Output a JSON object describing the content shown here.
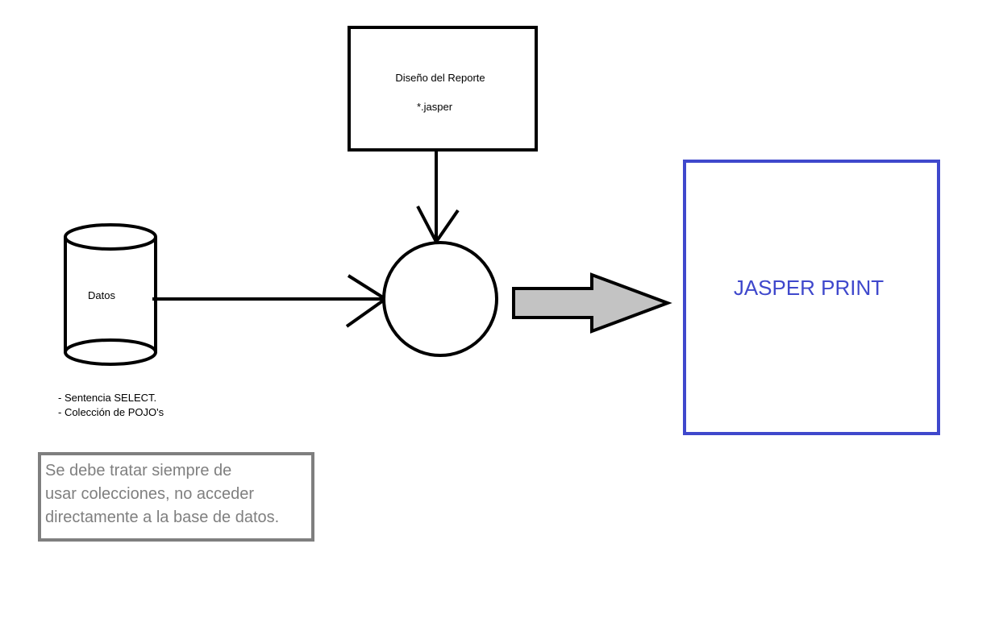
{
  "design_box": {
    "title": "Diseño del Reporte",
    "extension": "*.jasper"
  },
  "datasource": {
    "label": "Datos",
    "bullets": [
      "- Sentencia SELECT.",
      "- Colección de POJO's"
    ]
  },
  "output": {
    "label": "JASPER PRINT"
  },
  "note": {
    "lines": [
      "Se debe tratar siempre de",
      "usar colecciones, no acceder",
      "directamente a la base de datos."
    ]
  },
  "colors": {
    "stroke": "#000000",
    "output_border": "#3f48cc",
    "output_text": "#3f48cc",
    "arrow_fill": "#c3c3c3",
    "note_border": "#7f7f7f",
    "note_text": "#7f7f7f"
  }
}
